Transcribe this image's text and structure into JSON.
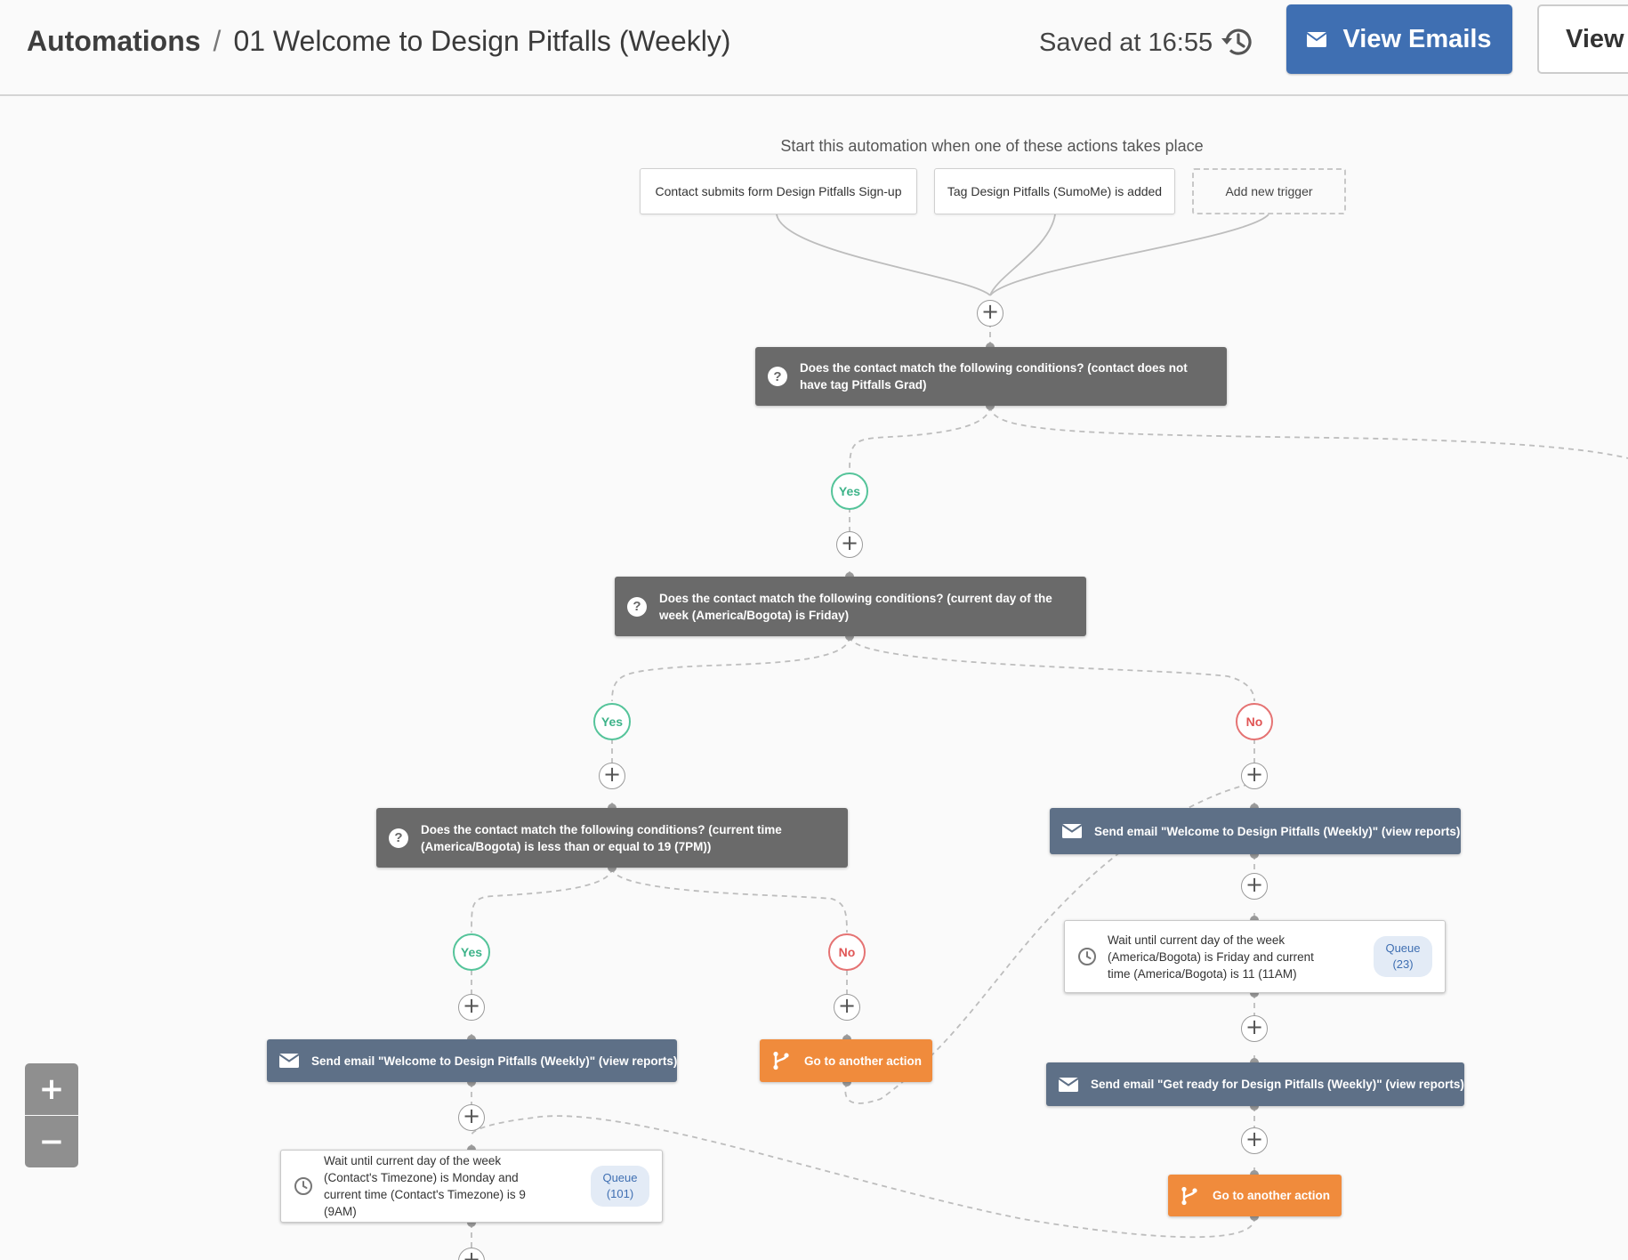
{
  "header": {
    "root": "Automations",
    "separator": "/",
    "title": "01 Welcome to Design Pitfalls (Weekly)",
    "saved": "Saved at 16:55",
    "view_emails": "View Emails",
    "view_second": "View"
  },
  "canvas": {
    "start_text": "Start this automation when one of these actions takes place",
    "triggers": [
      "Contact submits form Design Pitfalls Sign-up",
      "Tag Design Pitfalls (SumoMe) is added",
      "Add new trigger"
    ],
    "cond1": "Does the contact match the following conditions? (contact does not have tag Pitfalls Grad)",
    "cond2": "Does the contact match the following conditions? (current day of the week (America/Bogota) is Friday)",
    "cond3": "Does the contact match the following conditions? (current time (America/Bogota) is less than or equal to 19 (7PM))",
    "yes": "Yes",
    "no": "No",
    "email_left": "Send email \"Welcome to Design Pitfalls (Weekly)\" (view reports)",
    "email_right": "Send email \"Welcome to Design Pitfalls (Weekly)\" (view reports)",
    "email_getready": "Send email \"Get ready for Design Pitfalls (Weekly)\" (view reports)",
    "goto": "Go to another action",
    "wait_right": "Wait until current day of the week (America/Bogota) is Friday and current time (America/Bogota) is 11 (11AM)",
    "wait_left": "Wait until current day of the week (Contact's Timezone) is Monday and current time (Contact's Timezone) is 9 (9AM)",
    "queue_label": "Queue",
    "queue_right": "(23)",
    "queue_left": "(101)",
    "plus": "+",
    "question_mark": "?"
  },
  "zoom": {
    "in": "+",
    "out": "−"
  },
  "icons": [
    "history-icon",
    "envelope-icon",
    "question-icon",
    "clock-icon",
    "branch-icon"
  ],
  "colors": {
    "primary": "#3f6fb2",
    "condition": "#6a6a6a",
    "email": "#5e7087",
    "goto": "#f08b3c",
    "yes": "#55c49a",
    "no": "#e57373"
  }
}
